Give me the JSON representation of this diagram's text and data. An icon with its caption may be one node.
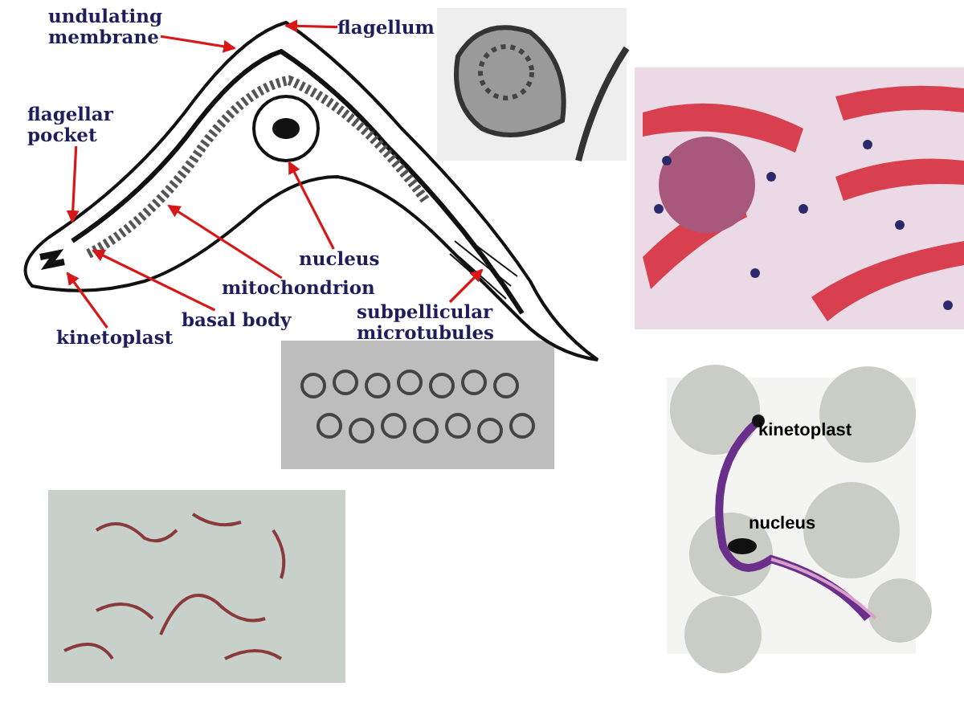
{
  "diagram": {
    "nodes": [
      {
        "text": [
          "undulating membrane"
        ]
      },
      {
        "text": [
          "flagellum"
        ]
      },
      {
        "text": [
          "flagellar pocket"
        ]
      },
      {
        "text": [
          "nucleus"
        ]
      },
      {
        "text": [
          "mitochondrion"
        ]
      },
      {
        "text": [
          "basal body"
        ]
      },
      {
        "text": [
          "kinetoplast"
        ]
      },
      {
        "text": [
          "subpellicular microtubules"
        ]
      }
    ],
    "edges": [
      {
        "from": 0,
        "to": null,
        "arrow": "to"
      },
      {
        "from": 1,
        "to": null,
        "arrow": "to"
      },
      {
        "from": 2,
        "to": null,
        "arrow": "to"
      },
      {
        "from": 3,
        "to": null,
        "arrow": "to"
      },
      {
        "from": 4,
        "to": null,
        "arrow": "to"
      },
      {
        "from": 5,
        "to": null,
        "arrow": "to"
      },
      {
        "from": 6,
        "to": null,
        "arrow": "to"
      },
      {
        "from": 7,
        "to": null,
        "arrow": "to"
      }
    ],
    "labels": [
      "kinetoplast",
      "nucleus"
    ]
  }
}
